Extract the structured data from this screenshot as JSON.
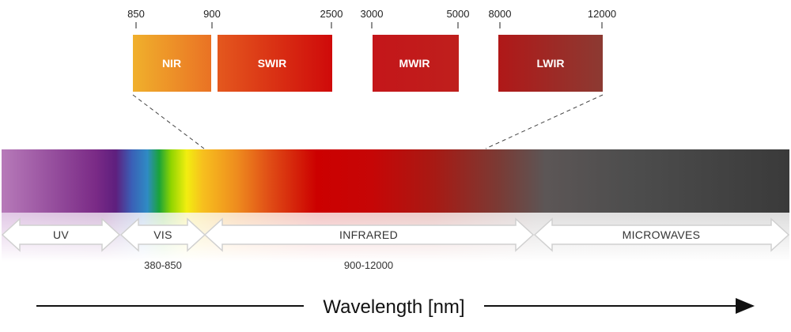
{
  "bands": {
    "items": [
      {
        "key": "nir",
        "label": "NIR",
        "start": "850",
        "end": "900"
      },
      {
        "key": "swir",
        "label": "SWIR",
        "start": "900",
        "end": "2500"
      },
      {
        "key": "mwir",
        "label": "MWIR",
        "start": "3000",
        "end": "5000"
      },
      {
        "key": "lwir",
        "label": "LWIR",
        "start": "8000",
        "end": "12000"
      }
    ]
  },
  "regions": {
    "uv": {
      "label": "UV"
    },
    "vis": {
      "label": "VIS",
      "range": "380-850"
    },
    "infrared": {
      "label": "INFRARED",
      "range": "900-12000"
    },
    "microwaves": {
      "label": "MICROWAVES"
    }
  },
  "axis": {
    "title": "Wavelength [nm]"
  },
  "colors": {
    "nir": "#ee9a2a",
    "swir": "#d9201a",
    "mwir": "#c8161b",
    "lwir": "#a8201c",
    "infrared_red": "#cc0000",
    "microwave_gray": "#444444",
    "uv_purple": "#6a1f7e"
  }
}
